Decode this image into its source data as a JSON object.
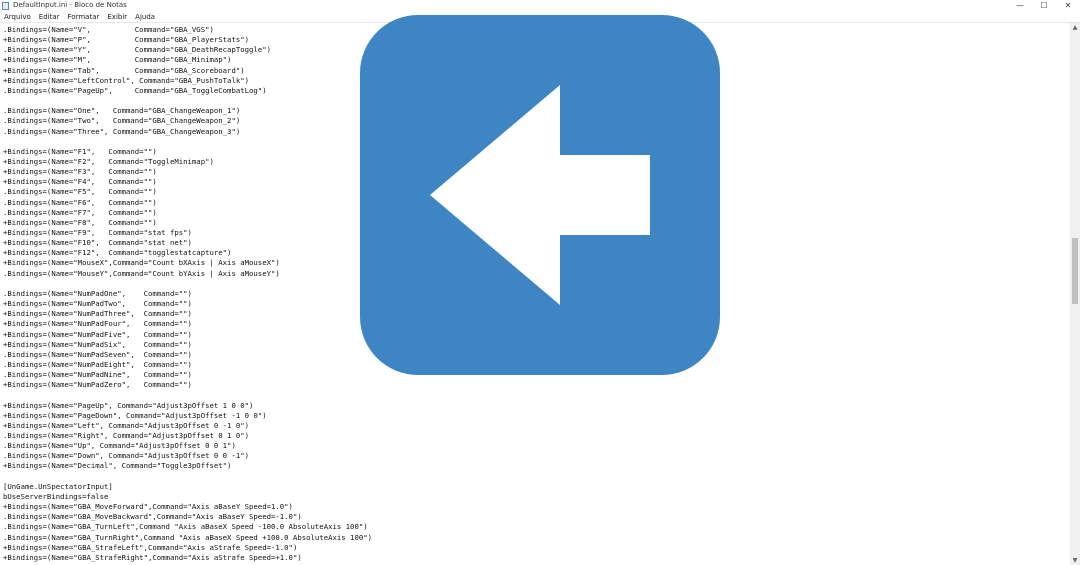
{
  "window": {
    "title": "DefaultInput.ini - Bloco de Notas",
    "controls": {
      "minimize": "—",
      "maximize": "☐",
      "close": "✕"
    }
  },
  "menu": {
    "items": [
      "Arquivo",
      "Editar",
      "Formatar",
      "Exibir",
      "Ajuda"
    ]
  },
  "editor": {
    "lines": [
      ".Bindings=(Name=\"V\",          Command=\"GBA_VGS\")",
      "+Bindings=(Name=\"P\",          Command=\"GBA_PlayerStats\")",
      ".Bindings=(Name=\"Y\",          Command=\"GBA_DeathRecapToggle\")",
      "+Bindings=(Name=\"M\",          Command=\"GBA_Minimap\")",
      "+Bindings=(Name=\"Tab\",        Command=\"GBA_Scoreboard\")",
      "+Bindings=(Name=\"LeftControl\", Command=\"GBA_PushToTalk\")",
      ".Bindings=(Name=\"PageUp\",     Command=\"GBA_ToggleCombatLog\")",
      "",
      ".Bindings=(Name=\"One\",   Command=\"GBA_ChangeWeapon_1\")",
      ".Bindings=(Name=\"Two\",   Command=\"GBA_ChangeWeapon_2\")",
      ".Bindings=(Name=\"Three\", Command=\"GBA_ChangeWeapon_3\")",
      "",
      "+Bindings=(Name=\"F1\",   Command=\"\")",
      "+Bindings=(Name=\"F2\",   Command=\"ToggleMinimap\")",
      "+Bindings=(Name=\"F3\",   Command=\"\")",
      "+Bindings=(Name=\"F4\",   Command=\"\")",
      ".Bindings=(Name=\"F5\",   Command=\"\")",
      ".Bindings=(Name=\"F6\",   Command=\"\")",
      ".Bindings=(Name=\"F7\",   Command=\"\")",
      "+Bindings=(Name=\"F8\",   Command=\"\")",
      "+Bindings=(Name=\"F9\",   Command=\"stat fps\")",
      "+Bindings=(Name=\"F10\",  Command=\"stat net\")",
      "+Bindings=(Name=\"F12\",  Command=\"togglestatcapture\")",
      "+Bindings=(Name=\"MouseX\",Command=\"Count bXAxis | Axis aMouseX\")",
      ".Bindings=(Name=\"MouseY\",Command=\"Count bYAxis | Axis aMouseY\")",
      "",
      ".Bindings=(Name=\"NumPadOne\",    Command=\"\")",
      "+Bindings=(Name=\"NumPadTwo\",    Command=\"\")",
      "+Bindings=(Name=\"NumPadThree\",  Command=\"\")",
      "+Bindings=(Name=\"NumPadFour\",   Command=\"\")",
      "+Bindings=(Name=\"NumPadFive\",   Command=\"\")",
      "+Bindings=(Name=\"NumPadSix\",    Command=\"\")",
      ".Bindings=(Name=\"NumPadSeven\",  Command=\"\")",
      ".Bindings=(Name=\"NumPadEight\",  Command=\"\")",
      ".Bindings=(Name=\"NumPadNine\",   Command=\"\")",
      "+Bindings=(Name=\"NumPadZero\",   Command=\"\")",
      "",
      "+Bindings=(Name=\"PageUp\", Command=\"Adjust3pOffset 1 0 0\")",
      "+Bindings=(Name=\"PageDown\", Command=\"Adjust3pOffset -1 0 0\")",
      "+Bindings=(Name=\"Left\", Command=\"Adjust3pOffset 0 -1 0\")",
      ".Bindings=(Name=\"Right\", Command=\"Adjust3pOffset 0 1 0\")",
      ".Bindings=(Name=\"Up\", Command=\"Adjust3pOffset 0 0 1\")",
      ".Bindings=(Name=\"Down\", Command=\"Adjust3pOffset 0 0 -1\")",
      "+Bindings=(Name=\"Decimal\", Command=\"Toggle3pOffset\")",
      "",
      "[UnGame.UnSpectatorInput]",
      "bUseServerBindings=false",
      "+Bindings=(Name=\"GBA_MoveForward\",Command=\"Axis aBaseY Speed=1.0\")",
      ".Bindings=(Name=\"GBA_MoveBackward\",Command=\"Axis aBaseY Speed=-1.0\")",
      ".Bindings=(Name=\"GBA_TurnLeft\",Command \"Axis aBaseX Speed -100.0 AbsoluteAxis 100\")",
      ".Bindings=(Name=\"GBA_TurnRight\",Command \"Axis aBaseX Speed +100.0 AbsoluteAxis 100\")",
      "+Bindings=(Name=\"GBA_StrafeLeft\",Command=\"Axis aStrafe Speed=-1.0\")",
      "+Bindings=(Name=\"GBA_StrafeRight\",Command=\"Axis aStrafe Speed=+1.0\")"
    ]
  },
  "scrollbar": {
    "up_arrow": "▲",
    "down_arrow": "▼",
    "position": 0.45
  },
  "overlay": {
    "icon": "back-arrow-icon",
    "background_color": "#3d86c3",
    "arrow_color": "#ffffff"
  }
}
